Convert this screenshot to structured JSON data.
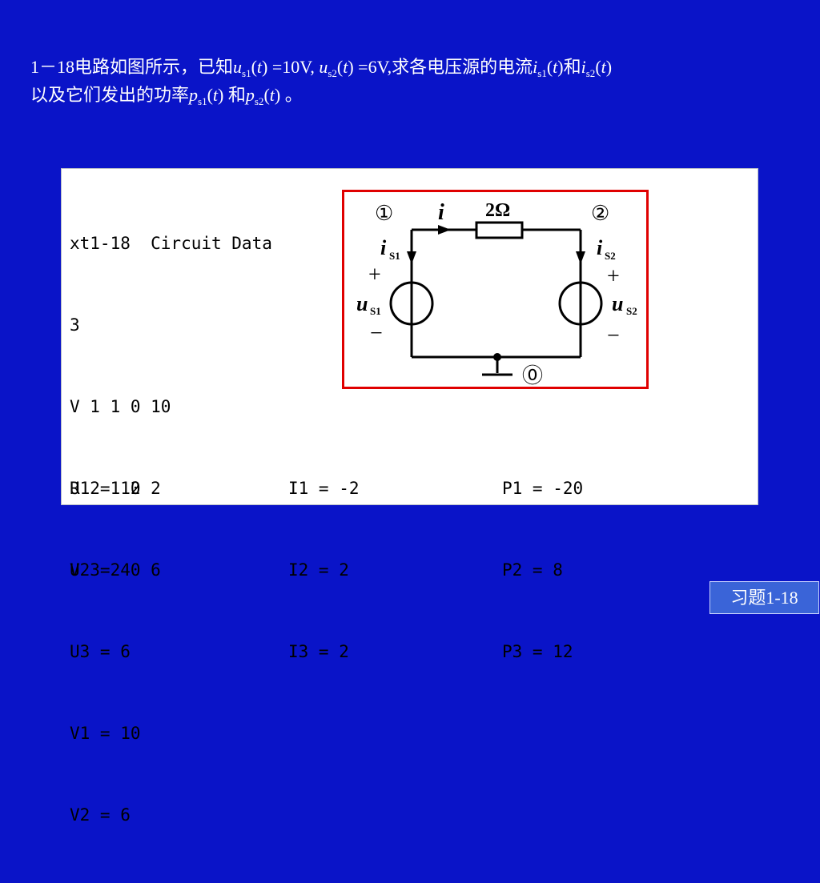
{
  "problem": {
    "seg1": "1－18电路如图所示，已知",
    "u": "u",
    "s1": "s1",
    "t_open": "(",
    "t": "t",
    "t_close": ")",
    "eq10": " =10V, ",
    "s2": "s2",
    "eq6": " =6V,求各电压源的电流",
    "i": "i",
    "he": "和",
    "line2_start": "以及它们发出的功率",
    "p": "p",
    "he2": " 和",
    "end": " 。"
  },
  "data_panel": {
    "lines": [
      "xt1-18  Circuit Data",
      "3",
      "V 1 1 0 10",
      "R 2 1 2 2",
      "V 3 2 0 6",
      "",
      "V1 = 10",
      "V2 = 6"
    ],
    "voltages": [
      "U1 = 10",
      "U2 = 4",
      "U3 = 6"
    ],
    "currents": [
      "I1 = -2",
      "I2 = 2",
      "I3 = 2"
    ],
    "powers": [
      "P1 = -20",
      "P2 = 8",
      "P3 = 12"
    ]
  },
  "circuit": {
    "node1": "①",
    "node2": "②",
    "node0": "⓪",
    "current_i": "i",
    "resistor": "2Ω",
    "is1_i": "i",
    "is1_sub": "S1",
    "is2_i": "i",
    "is2_sub": "S2",
    "us1_u": "u",
    "us1_sub": "S1",
    "us2_u": "u",
    "us2_sub": "S2",
    "plus": "+",
    "minus": "−"
  },
  "badge": "习题1-18",
  "colors": {
    "background": "#0a14c8",
    "frame": "#e00000",
    "badge": "#3a64d8"
  }
}
